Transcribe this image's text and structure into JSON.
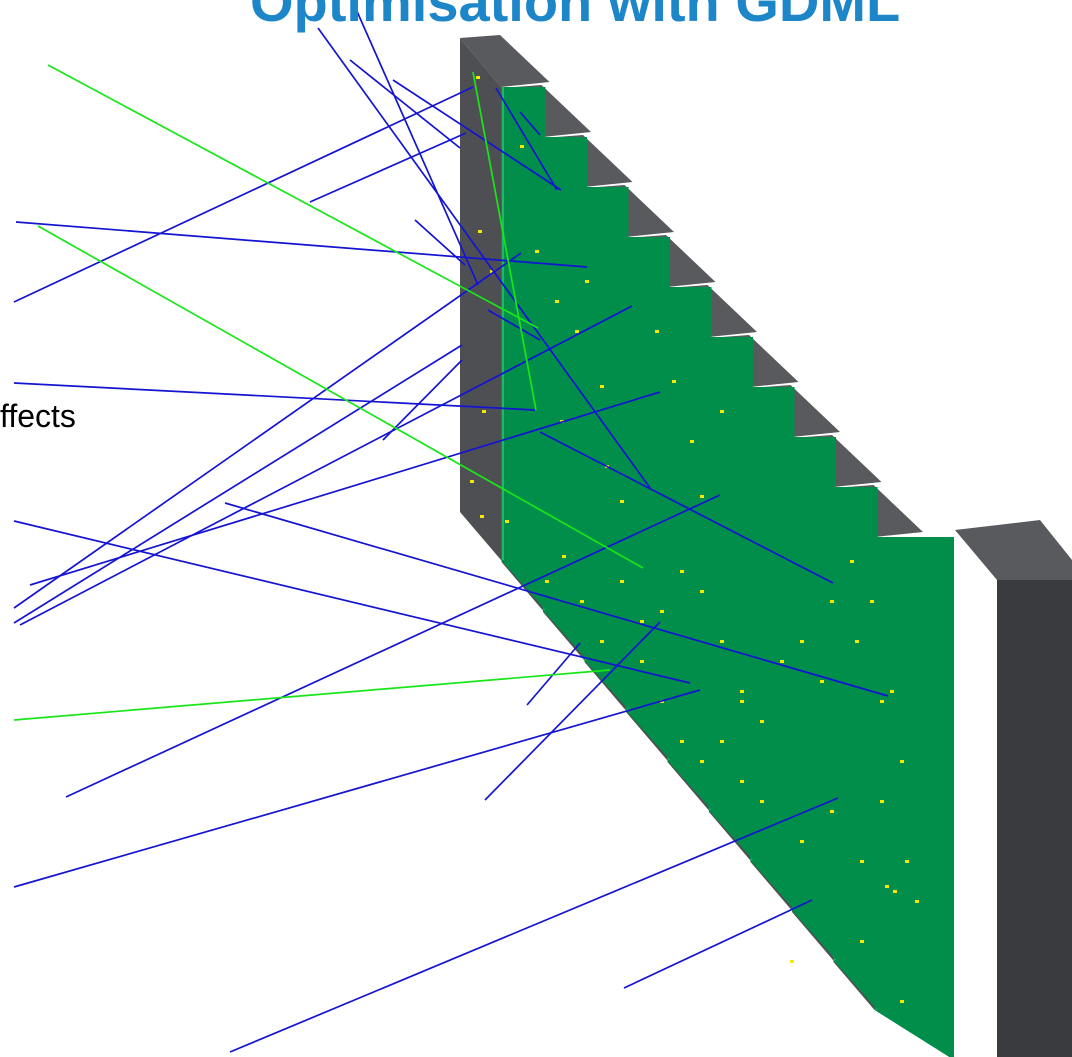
{
  "slide": {
    "title": "Optimisation with GDML",
    "side_text": "ffects"
  },
  "colors": {
    "title": "#1c86c8",
    "absorber_top": "#595a5e",
    "absorber_face": "#4e4f53",
    "absorber_side": "#3a3b3f",
    "scintillator_face": "#008e4a",
    "scintillator_edge": "#1fb964",
    "track_blue": "#1414d2",
    "track_green": "#19e619",
    "hit_yellow": "#f7e800"
  },
  "scene": {
    "layer_count": 10,
    "track_colors": [
      "blue",
      "green"
    ],
    "hits": "yellow"
  }
}
